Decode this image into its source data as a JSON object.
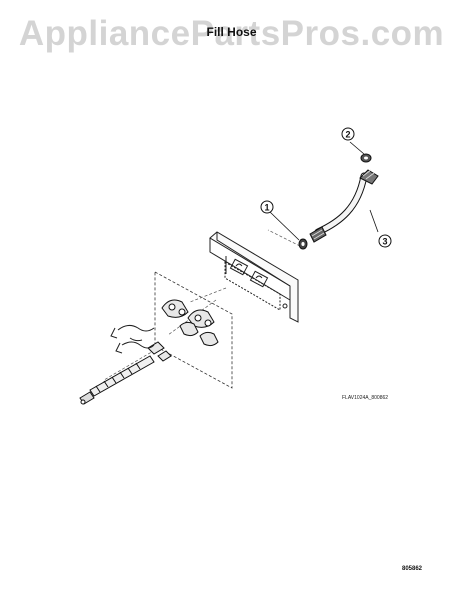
{
  "watermark": "AppliancePartsPros.com",
  "title": "Fill Hose",
  "callouts": [
    "1",
    "2",
    "3"
  ],
  "figure_code": "FLAV1024A_800862",
  "page_code": "805862"
}
